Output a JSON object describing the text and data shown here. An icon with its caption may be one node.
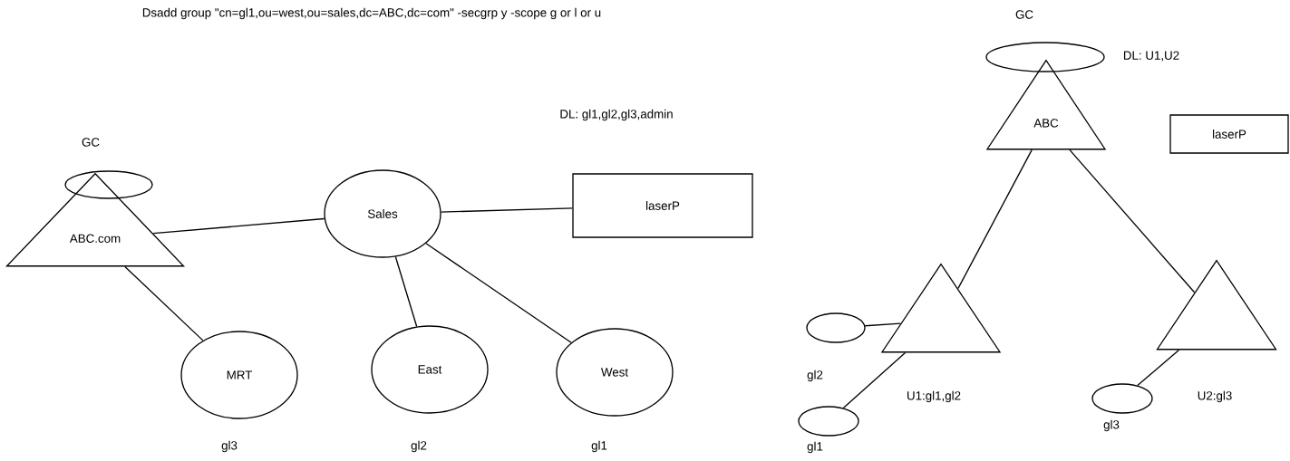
{
  "diagram": {
    "title": "Dsadd group \"cn=gl1,ou=west,ou=sales,dc=ABC,dc=com\"  -secgrp y -scope g or l or u",
    "nodes": [
      {
        "text": [],
        "shape": "ellipse",
        "beside": [
          "GC"
        ]
      },
      {
        "text": [
          "ABC.com"
        ]
      },
      {
        "text": [
          "Sales"
        ]
      },
      {
        "text": [
          "laserP"
        ]
      },
      {
        "text": [
          "MRT"
        ],
        "beside": [
          "gl3"
        ]
      },
      {
        "text": [
          "East"
        ],
        "beside": [
          "gl2"
        ]
      },
      {
        "text": [
          "West"
        ],
        "beside": [
          "gl1"
        ]
      },
      {
        "text": [],
        "shape": "ellipse",
        "beside": [
          "GC"
        ]
      },
      {
        "text": [
          "ABC"
        ]
      },
      {
        "text": [
          "laserP"
        ]
      },
      {
        "text": [],
        "shape": "triangle",
        "beside": [
          "U1:gl1,gl2"
        ]
      },
      {
        "text": [],
        "shape": "triangle",
        "beside": [
          "U2:gl3"
        ]
      },
      {
        "text": [],
        "shape": "ellipse",
        "beside": [
          "gl2"
        ]
      },
      {
        "text": [],
        "shape": "ellipse",
        "beside": [
          "gl1"
        ]
      },
      {
        "text": [],
        "shape": "ellipse",
        "beside": [
          "gl3"
        ]
      }
    ],
    "edges": [
      {
        "from": 1,
        "to": 2,
        "arrow": "none"
      },
      {
        "from": 2,
        "to": 3,
        "arrow": "none"
      },
      {
        "from": 1,
        "to": 4,
        "arrow": "none"
      },
      {
        "from": 2,
        "to": 5,
        "arrow": "none"
      },
      {
        "from": 2,
        "to": 6,
        "arrow": "none"
      },
      {
        "from": 8,
        "to": 10,
        "arrow": "none"
      },
      {
        "from": 8,
        "to": 11,
        "arrow": "none"
      },
      {
        "from": 12,
        "to": 10,
        "arrow": "none"
      },
      {
        "from": 10,
        "to": 13,
        "arrow": "none"
      },
      {
        "from": 11,
        "to": 14,
        "arrow": "none"
      }
    ],
    "labels": [
      "DL: gl1,gl2,gl3,admin",
      "DL: U1,U2"
    ]
  }
}
